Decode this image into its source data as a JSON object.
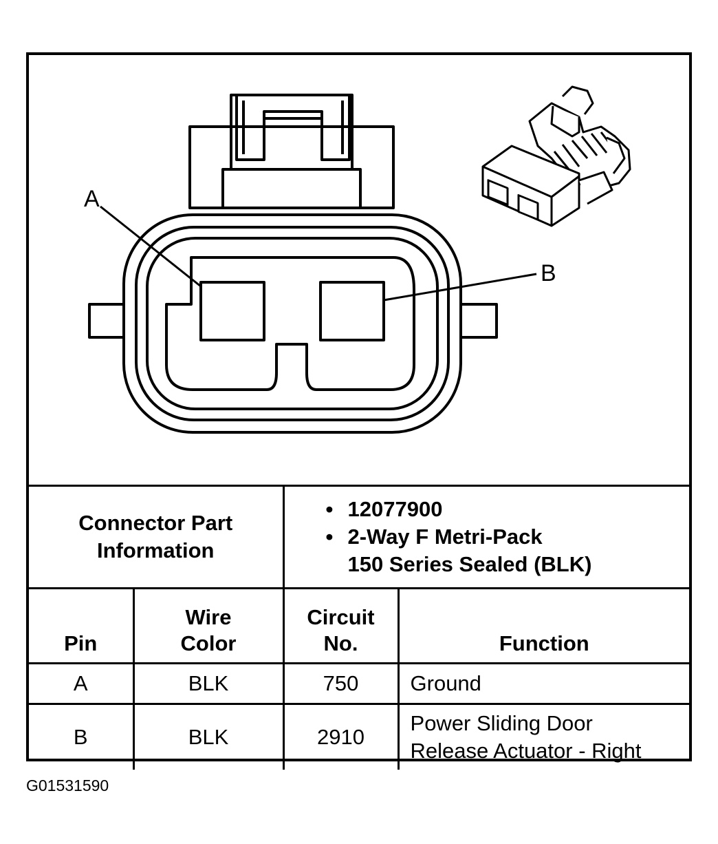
{
  "diagram": {
    "pin_labels": [
      "A",
      "B"
    ]
  },
  "connector_info": {
    "label_line1": "Connector Part",
    "label_line2": "Information",
    "items": [
      "12077900",
      "2-Way F Metri-Pack",
      "150 Series Sealed (BLK)"
    ]
  },
  "pin_table": {
    "headers": {
      "pin": "Pin",
      "wire_color_line1": "Wire",
      "wire_color_line2": "Color",
      "circuit_line1": "Circuit",
      "circuit_line2": "No.",
      "function": "Function"
    },
    "rows": [
      {
        "pin": "A",
        "wire_color": "BLK",
        "circuit": "750",
        "function_line1": "Ground",
        "function_line2": ""
      },
      {
        "pin": "B",
        "wire_color": "BLK",
        "circuit": "2910",
        "function_line1": "Power Sliding Door",
        "function_line2": "Release Actuator - Right"
      }
    ]
  },
  "figure_id": "G01531590"
}
